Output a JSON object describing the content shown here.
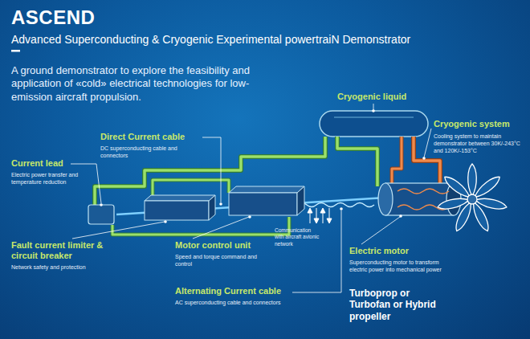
{
  "diagram": {
    "title": "ASCEND",
    "labels": [
      "Advanced Superconducting & Cryogenic Experimental powertraiN Demonstrator",
      "A ground demonstrator to explore the feasibility and application of «cold» electrical technologies for low-emission aircraft propulsion.",
      "Cryogenic liquid",
      "Cryogenic system",
      "Cooling system to maintain demonstrator between 30K/-243°C and 120K/-153°C",
      "Direct Current cable",
      "DC superconducting cable and connectors",
      "Current lead",
      "Electric power transfer and temperature reduction",
      "Fault current limiter & circuit breaker",
      "Network safety and protection",
      "Motor control unit",
      "Speed and torque command and control",
      "Communication with aircraft avionic network",
      "Electric motor",
      "Superconducting motor to transform electric power into mechanical power",
      "Alternating Current cable",
      "AC superconducting cable and connectors",
      "Turboprop or Turbofan or Hybrid propeller"
    ]
  }
}
